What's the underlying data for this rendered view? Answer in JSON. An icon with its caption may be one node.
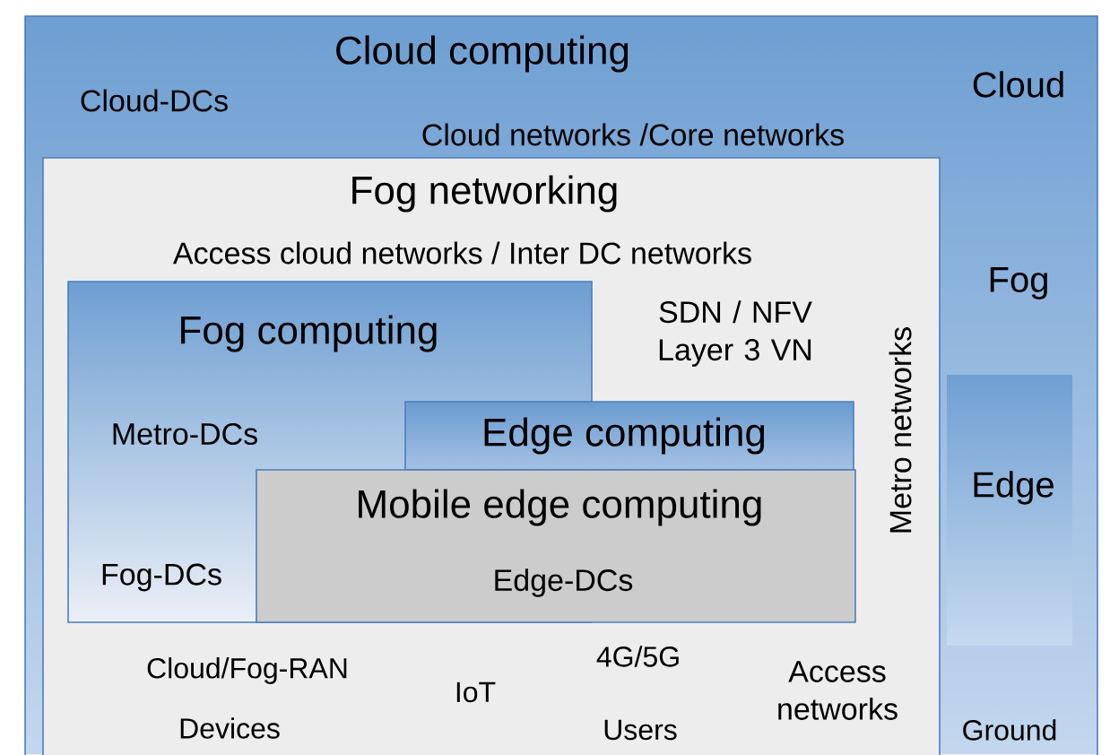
{
  "diagram": {
    "nodes": [
      {
        "text": [
          "Cloud computing",
          "Cloud-DCs",
          "Cloud networks /Core networks"
        ]
      },
      {
        "text": [
          "Fog networking",
          "Access cloud networks / Inter DC networks",
          "SDN / NFV Layer 3 VN",
          "Metro networks"
        ],
        "in": 0
      },
      {
        "text": [
          "Fog computing",
          "Metro-DCs",
          "Fog-DCs"
        ],
        "in": 1
      },
      {
        "text": [
          "Edge computing"
        ],
        "in": 1
      },
      {
        "text": [
          "Mobile edge computing",
          "Edge-DCs"
        ],
        "in": 1
      },
      {
        "text": [
          "Edge"
        ],
        "in": 0
      }
    ],
    "labels": [
      "Cloud",
      "Fog",
      "Cloud/Fog-RAN",
      "IoT",
      "4G/5G",
      "Access networks",
      "Devices",
      "Users",
      "Ground"
    ]
  }
}
